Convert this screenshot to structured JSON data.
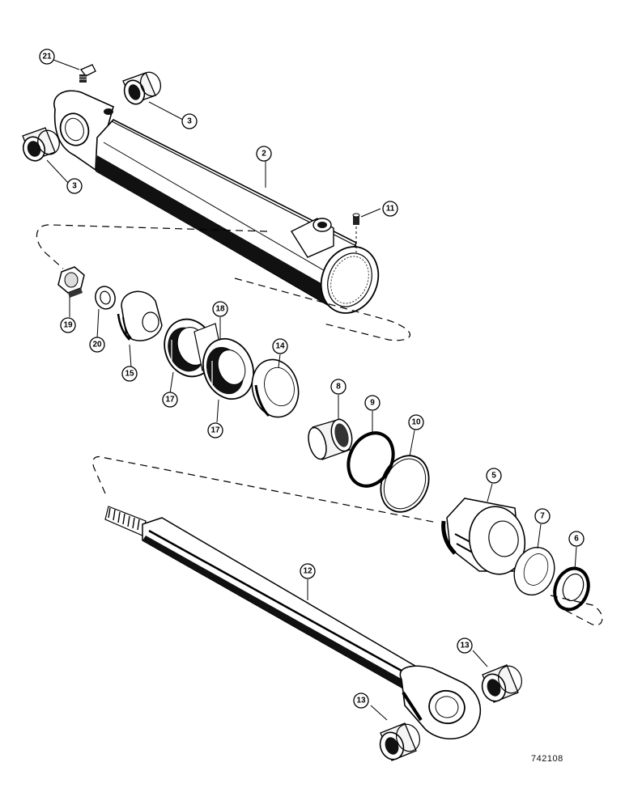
{
  "figure_number": "742108",
  "callouts": {
    "c21": "21",
    "c3a": "3",
    "c3b": "3",
    "c2": "2",
    "c11": "11",
    "c19": "19",
    "c20": "20",
    "c15": "15",
    "c18": "18",
    "c17a": "17",
    "c17b": "17",
    "c14": "14",
    "c8": "8",
    "c9": "9",
    "c10": "10",
    "c5": "5",
    "c7": "7",
    "c6": "6",
    "c12": "12",
    "c13a": "13",
    "c13b": "13"
  }
}
